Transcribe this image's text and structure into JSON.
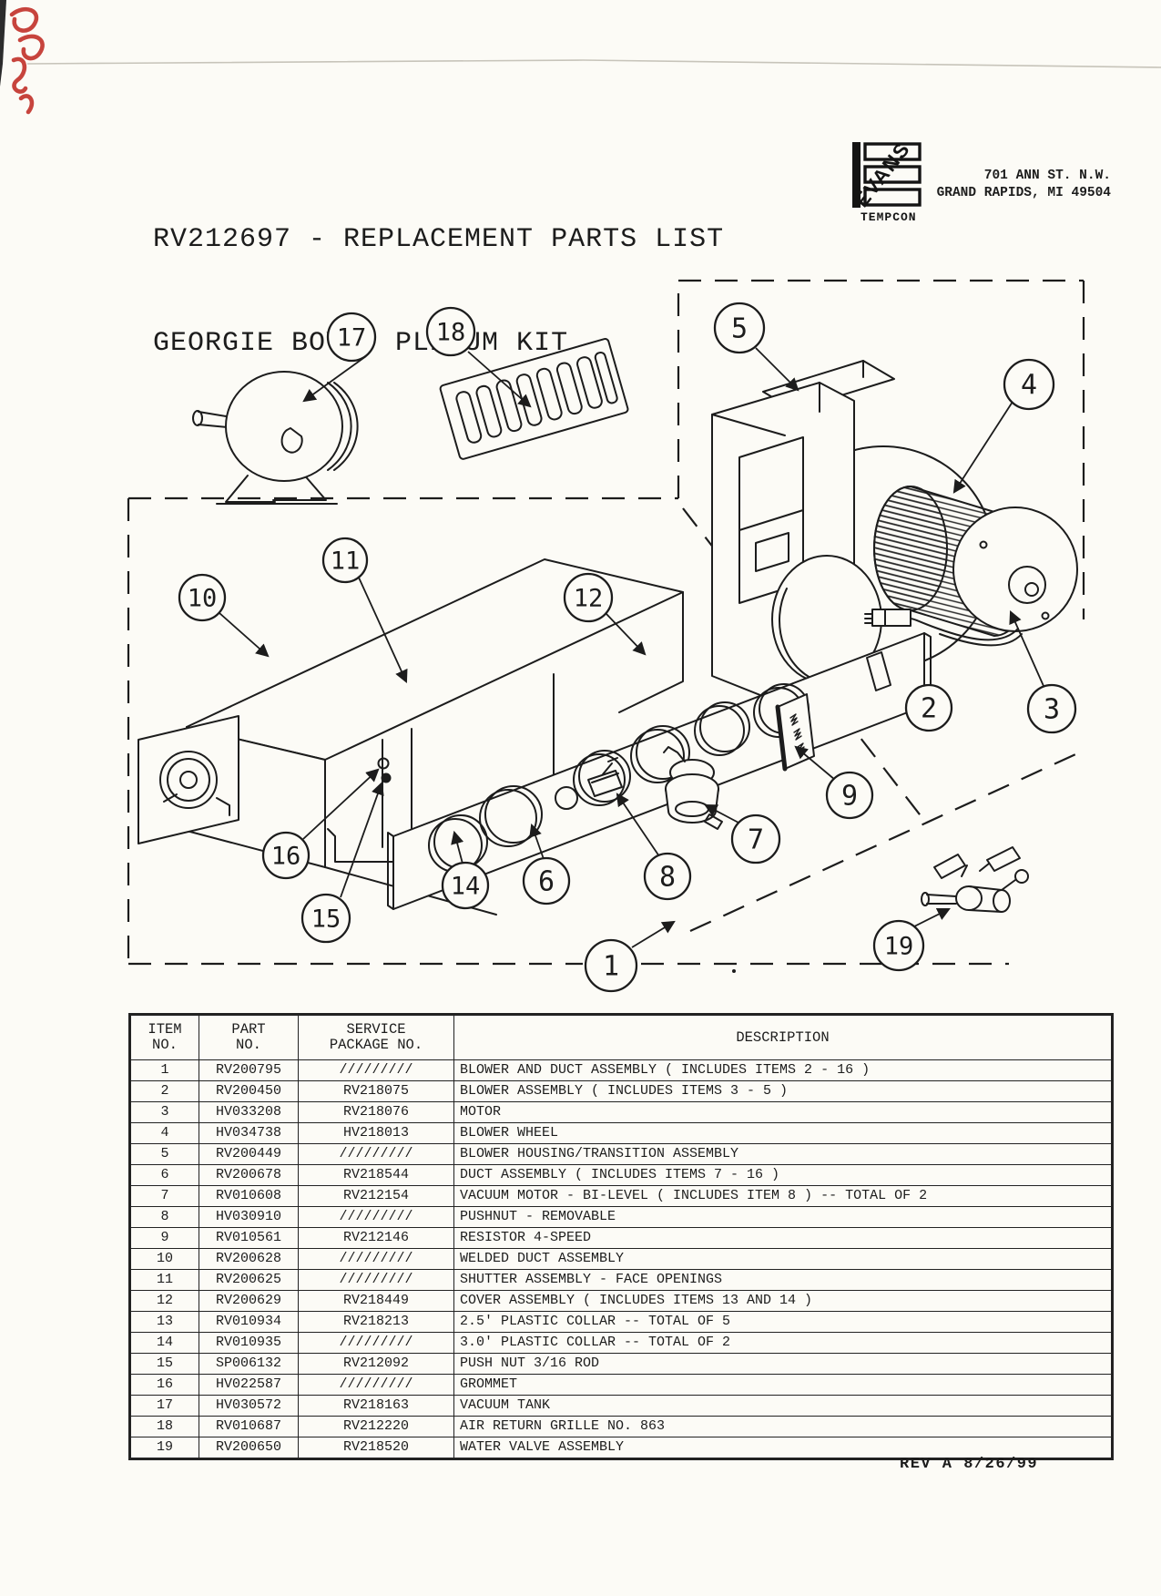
{
  "page": {
    "title_line1": "RV212697 - REPLACEMENT PARTS LIST",
    "title_line2": "GEORGIE BOY - PLENUM KIT",
    "rev": "REV A  8/26/99"
  },
  "logo": {
    "brand": "EVANS",
    "division": "TEMPCON",
    "address_line1": "701 ANN ST. N.W.",
    "address_line2": "GRAND RAPIDS, MI 49504"
  },
  "diagram": {
    "callouts": [
      "1",
      "2",
      "3",
      "4",
      "5",
      "6",
      "7",
      "8",
      "9",
      "10",
      "11",
      "12",
      "14",
      "15",
      "16",
      "17",
      "18",
      "19"
    ]
  },
  "table": {
    "headers": [
      {
        "line1": "ITEM",
        "line2": "NO."
      },
      {
        "line1": "PART",
        "line2": "NO."
      },
      {
        "line1": "SERVICE",
        "line2": "PACKAGE NO."
      },
      {
        "line1": "DESCRIPTION",
        "line2": ""
      }
    ],
    "rows": [
      [
        "1",
        "RV200795",
        "/////////",
        "BLOWER AND DUCT ASSEMBLY ( INCLUDES ITEMS 2 - 16 )"
      ],
      [
        "2",
        "RV200450",
        "RV218075",
        "BLOWER ASSEMBLY ( INCLUDES ITEMS 3 - 5 )"
      ],
      [
        "3",
        "HV033208",
        "RV218076",
        "MOTOR"
      ],
      [
        "4",
        "HV034738",
        "HV218013",
        "BLOWER WHEEL"
      ],
      [
        "5",
        "RV200449",
        "/////////",
        "BLOWER HOUSING/TRANSITION ASSEMBLY"
      ],
      [
        "6",
        "RV200678",
        "RV218544",
        "DUCT ASSEMBLY ( INCLUDES ITEMS 7 - 16 )"
      ],
      [
        "7",
        "RV010608",
        "RV212154",
        "VACUUM MOTOR - BI-LEVEL ( INCLUDES ITEM 8 ) -- TOTAL OF 2"
      ],
      [
        "8",
        "HV030910",
        "/////////",
        "PUSHNUT - REMOVABLE"
      ],
      [
        "9",
        "RV010561",
        "RV212146",
        "RESISTOR 4-SPEED"
      ],
      [
        "10",
        "RV200628",
        "/////////",
        "WELDED DUCT ASSEMBLY"
      ],
      [
        "11",
        "RV200625",
        "/////////",
        "SHUTTER ASSEMBLY - FACE OPENINGS"
      ],
      [
        "12",
        "RV200629",
        "RV218449",
        "COVER ASSEMBLY ( INCLUDES ITEMS 13 AND 14 )"
      ],
      [
        "13",
        "RV010934",
        "RV218213",
        "2.5' PLASTIC COLLAR -- TOTAL OF 5"
      ],
      [
        "14",
        "RV010935",
        "/////////",
        "3.0' PLASTIC COLLAR -- TOTAL OF 2"
      ],
      [
        "15",
        "SP006132",
        "RV212092",
        "PUSH NUT 3/16 ROD"
      ],
      [
        "16",
        "HV022587",
        "/////////",
        "GROMMET"
      ],
      [
        "17",
        "HV030572",
        "RV218163",
        "VACUUM TANK"
      ],
      [
        "18",
        "RV010687",
        "RV212220",
        "AIR RETURN GRILLE NO. 863"
      ],
      [
        "19",
        "RV200650",
        "RV218520",
        "WATER VALVE ASSEMBLY"
      ]
    ]
  },
  "colors": {
    "ink": "#1c1c1c",
    "paper": "#fcfbf6",
    "red_mark": "#c23129"
  }
}
